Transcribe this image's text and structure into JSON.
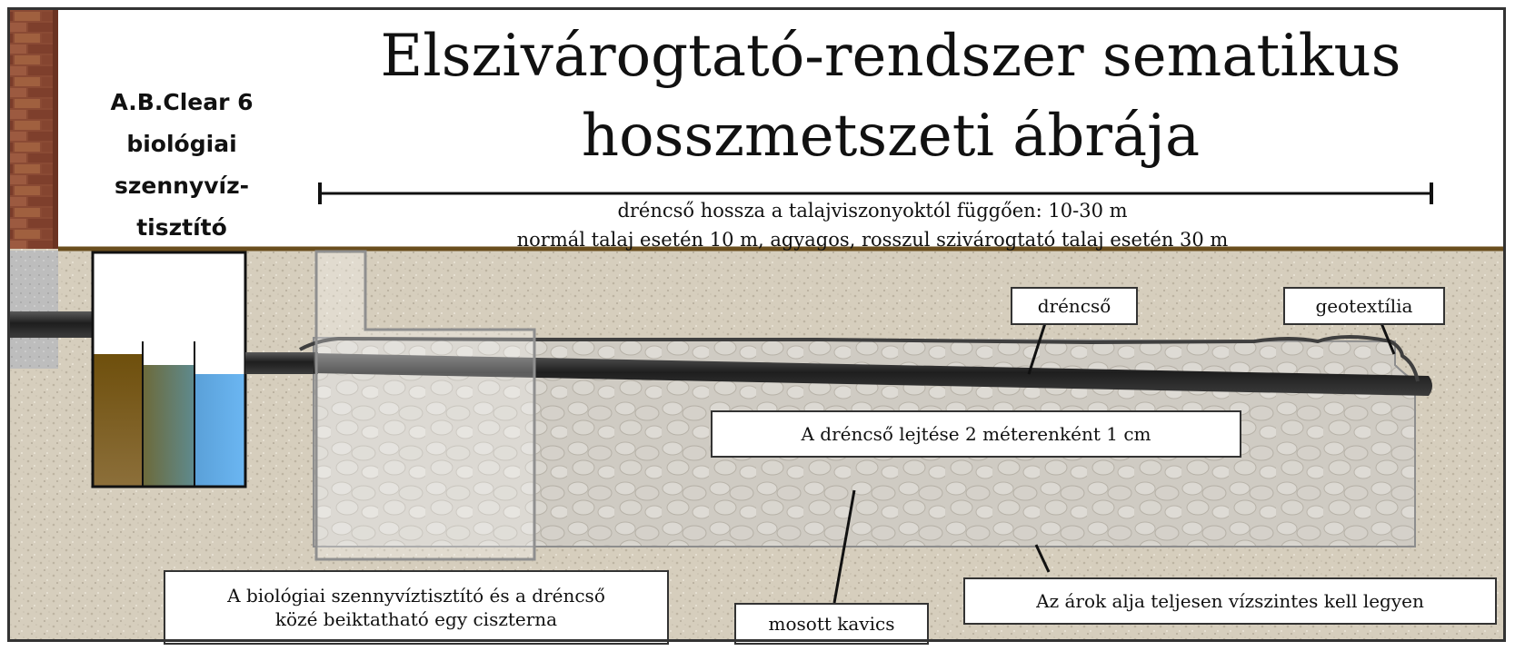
{
  "title": {
    "line1": "Elszivárogtató-rendszer sematikus",
    "line2": "hosszmetszeti ábrája"
  },
  "unit_label": {
    "line1": "A.B.Clear 6",
    "line2": "biológiai",
    "line3": "szennyvíz-",
    "line4": "tisztító"
  },
  "dimension": {
    "line1": "dréncső hossza a talajviszonyoktól függően: 10-30 m",
    "line2": "normál talaj esetén 10 m, agyagos, rosszul szivárogtató talaj esetén 30 m"
  },
  "labels": {
    "drain_pipe": "dréncső",
    "geotextile": "geotextília",
    "slope": "A dréncső lejtése 2 méterenként 1 cm",
    "cistern_line1": "A biológiai szennyvíztisztító és a dréncső",
    "cistern_line2": "közé beiktatható egy ciszterna",
    "gravel": "mosott kavics",
    "trench_bottom": "Az árok alja teljesen vízszintes kell legyen"
  },
  "colors": {
    "brick": "#8a4a34",
    "soil": "#d7cfbf",
    "ground_line": "#6a4e1e",
    "pipe": "#2a2a2a",
    "chamber_1": "#7c5a12",
    "chamber_2": "#5f7a6a",
    "chamber_3": "#5aa6e8"
  }
}
